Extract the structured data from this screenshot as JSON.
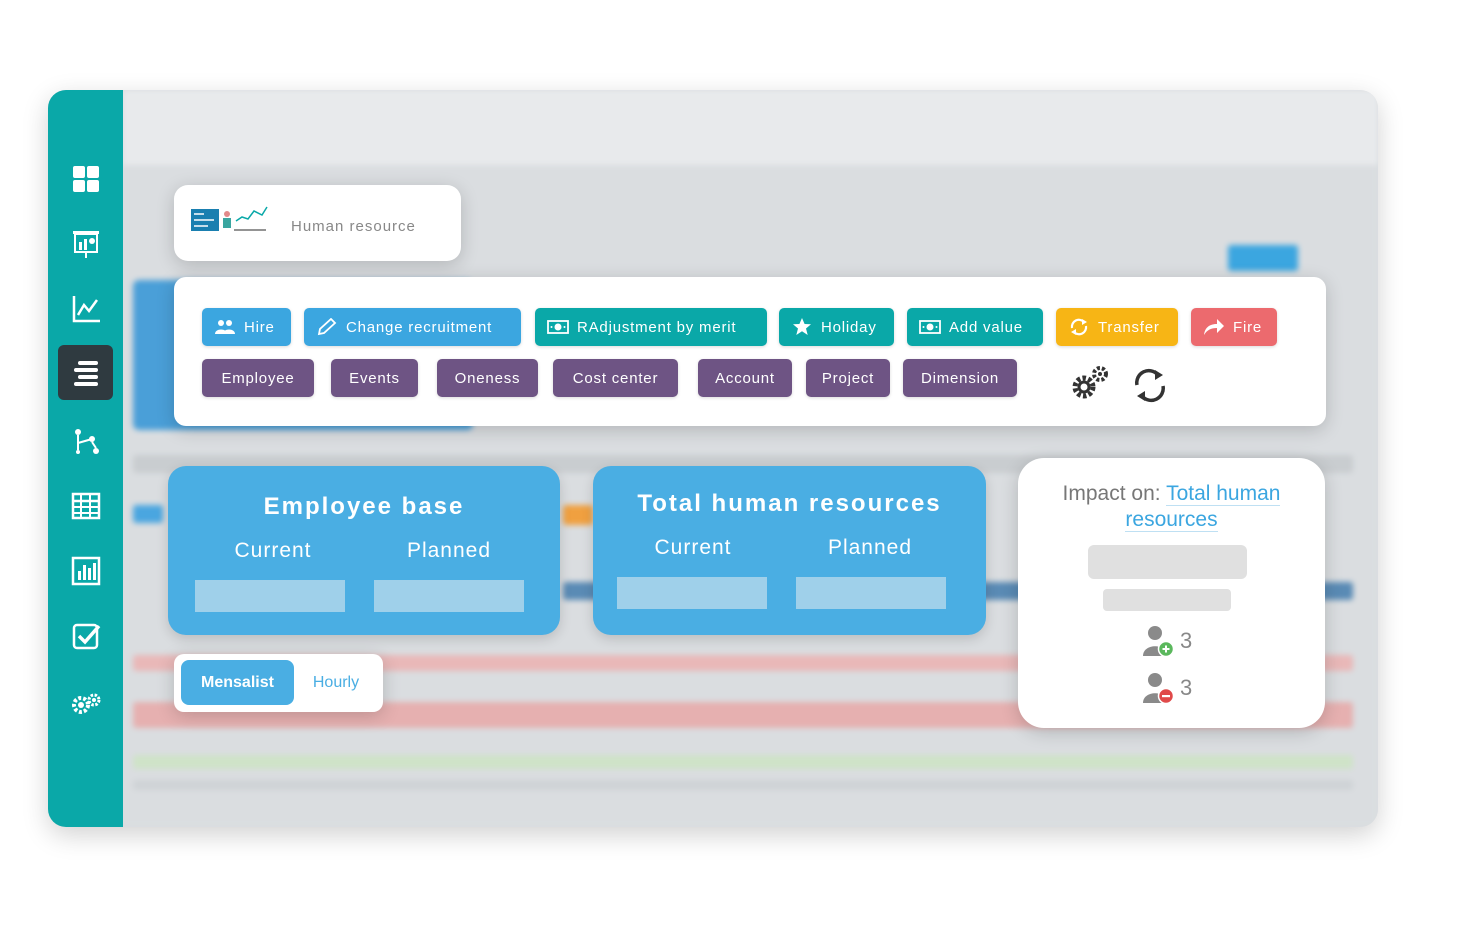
{
  "sidebar": {
    "items": [
      {
        "icon": "dashboard-grid-icon"
      },
      {
        "icon": "presentation-board-icon"
      },
      {
        "icon": "line-chart-icon"
      },
      {
        "icon": "list-layers-icon",
        "active": true
      },
      {
        "icon": "flow-diagram-icon"
      },
      {
        "icon": "table-grid-icon"
      },
      {
        "icon": "bar-report-icon"
      },
      {
        "icon": "checkbox-icon"
      },
      {
        "icon": "settings-gears-icon"
      }
    ],
    "color": "#0aa8a8"
  },
  "header_card": {
    "title": "Human resource"
  },
  "actions": {
    "primary": [
      {
        "label": "Hire",
        "icon": "people-icon",
        "color": "#3ba6e0"
      },
      {
        "label": "Change recruitment",
        "icon": "pencil-icon",
        "color": "#3ba6e0"
      },
      {
        "label": "RAdjustment by merit",
        "icon": "money-icon",
        "color": "#0aa8a8"
      },
      {
        "label": "Holiday",
        "icon": "star-icon",
        "color": "#0aa8a8"
      },
      {
        "label": "Add value",
        "icon": "money-icon",
        "color": "#0aa8a8"
      },
      {
        "label": "Transfer",
        "icon": "refresh-icon",
        "color": "#f7b515"
      },
      {
        "label": "Fire",
        "icon": "share-arrow-icon",
        "color": "#ec6a6e"
      }
    ],
    "secondary": [
      {
        "label": "Employee"
      },
      {
        "label": "Events"
      },
      {
        "label": "Oneness"
      },
      {
        "label": "Cost center"
      },
      {
        "label": "Account"
      },
      {
        "label": "Project"
      },
      {
        "label": "Dimension"
      }
    ],
    "secondary_color": "#6e5484"
  },
  "employee_base": {
    "title": "Employee base",
    "current": "Current",
    "planned": "Planned"
  },
  "total_hr": {
    "title": "Total human resources",
    "current": "Current",
    "planned": "Planned"
  },
  "toggle": {
    "active": "Mensalist",
    "inactive": "Hourly"
  },
  "impact": {
    "prefix": "Impact on:",
    "link": "Total human resources",
    "added_count": "3",
    "removed_count": "3"
  }
}
